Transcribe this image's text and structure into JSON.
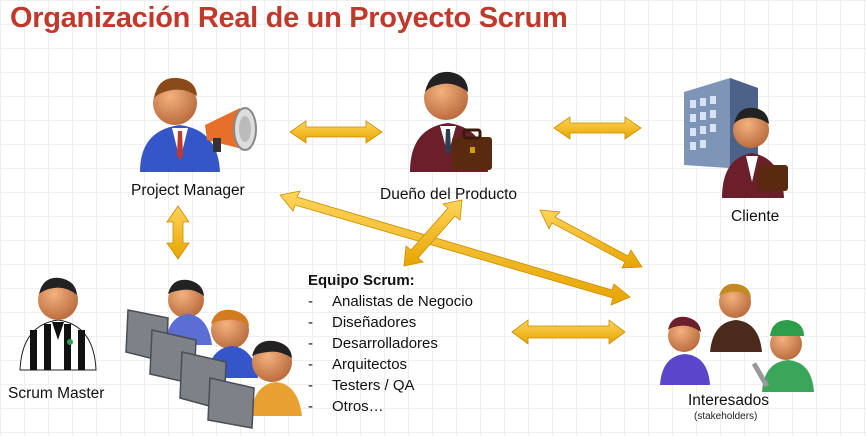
{
  "title": "Organización Real de un Proyecto Scrum",
  "roles": {
    "project_manager": "Project Manager",
    "product_owner": "Dueño del Producto",
    "client": "Cliente",
    "scrum_master": "Scrum Master",
    "stakeholders": "Interesados",
    "stakeholders_sub": "(stakeholders)"
  },
  "team": {
    "heading": "Equipo Scrum:",
    "bullet": "-",
    "members": [
      "Analistas de Negocio",
      "Diseñadores",
      "Desarrolladores",
      "Arquitectos",
      "Testers / QA",
      "Otros…"
    ]
  },
  "colors": {
    "title": "#c0392b",
    "arrow": "#f4b400",
    "arrow_dark": "#d99500"
  }
}
